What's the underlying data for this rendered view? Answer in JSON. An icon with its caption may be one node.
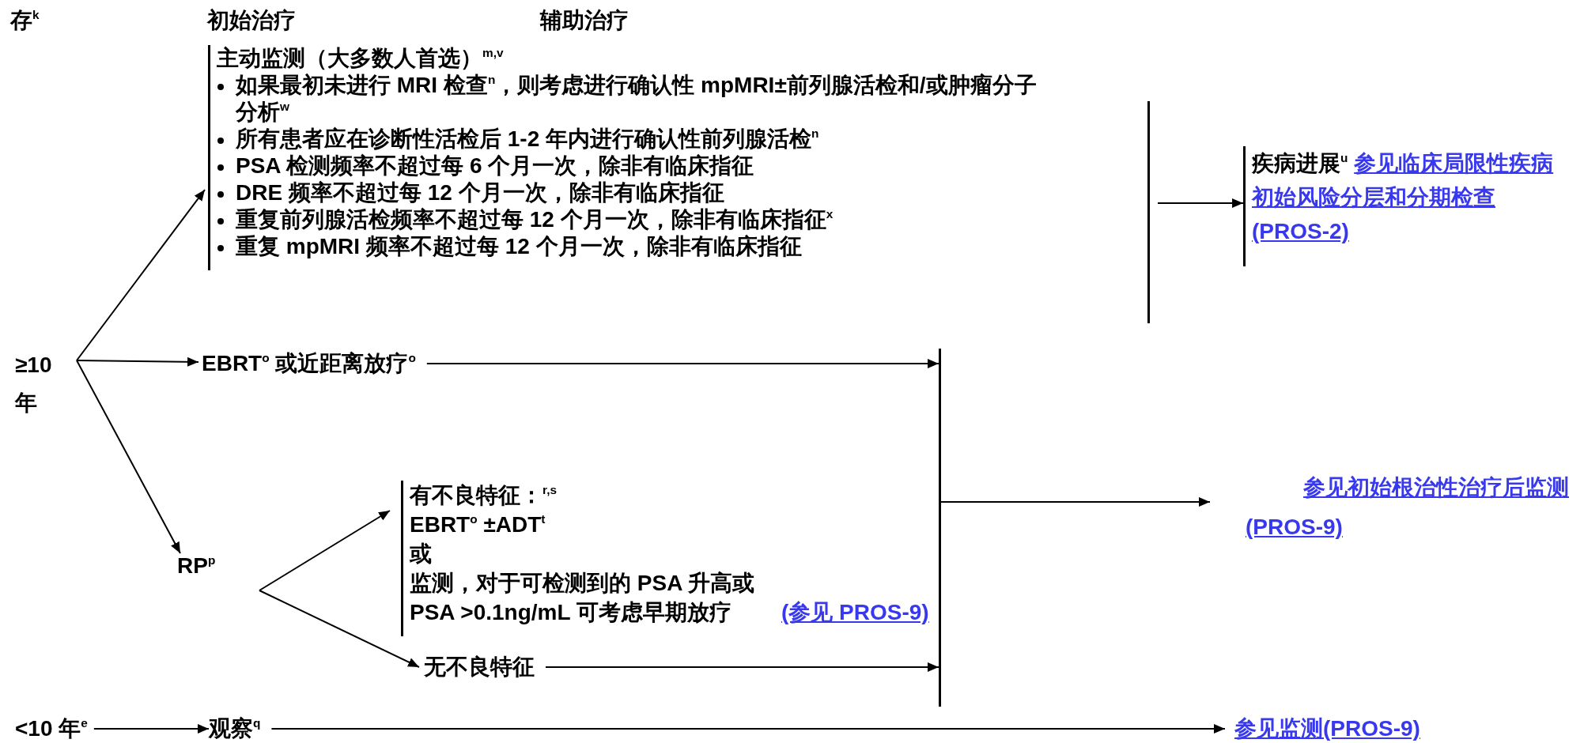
{
  "diagram": {
    "nodes": [
      {
        "text": [
          "≥10 年"
        ]
      },
      {
        "text": [
          "主动监测（大多数人首选）$^{m,v}$",
          "如果最初未进行 MRI 检查$^{n}$，则考虑进行确认性 mpMRI±前列腺活检和/或肿瘤分子分析$^{w}$",
          "所有患者应在诊断性活检后 1-2 年内进行确认性前列腺活检$^{n}$",
          "PSA 检测频率不超过每 6 个月一次，除非有临床指征",
          "DRE 频率不超过每 12 个月一次，除非有临床指征",
          "重复前列腺活检频率不超过每 12 个月一次，除非有临床指征$^{x}$",
          "重复 mpMRI 频率不超过每 12 个月一次，除非有临床指征"
        ]
      },
      {
        "text": [],
        "shape": "bar"
      },
      {
        "text": [
          "疾病进展$^{u}$",
          "参见临床局限性疾病初始风险分层和分期检查(PROS-2)"
        ]
      },
      {
        "text": [
          "EBRT$^{o}$ 或近距离放疗$^{o}$"
        ]
      },
      {
        "text": [],
        "shape": "bar"
      },
      {
        "text": [
          "参见初始根治性治疗后监测(PROS-9)"
        ]
      },
      {
        "text": [
          "RP$^{p}$"
        ]
      },
      {
        "text": [
          "有不良特征：$^{r,s}$",
          "EBRT$^{o}$ ±ADT$^{t}$",
          "或",
          "监测，对于可检测到的 PSA 升高或 PSA >0.1ng/mL 可考虑早期放疗",
          "(参见 PROS-9)"
        ]
      },
      {
        "text": [
          "无不良特征"
        ]
      },
      {
        "text": [
          "<10 年$^{e}$"
        ]
      },
      {
        "text": [
          "观察$^{q}$"
        ]
      },
      {
        "text": [
          "参见监测(PROS-9)"
        ]
      }
    ],
    "edges": [
      {
        "from": 0,
        "to": 1,
        "arrow": "to"
      },
      {
        "from": 0,
        "to": 4,
        "arrow": "to"
      },
      {
        "from": 0,
        "to": 7,
        "arrow": "to"
      },
      {
        "from": 2,
        "to": 3,
        "arrow": "to"
      },
      {
        "from": 4,
        "to": 5,
        "arrow": "to"
      },
      {
        "from": 5,
        "to": 6,
        "arrow": "to"
      },
      {
        "from": 7,
        "to": 8,
        "arrow": "to"
      },
      {
        "from": 7,
        "to": 9,
        "arrow": "to"
      },
      {
        "from": 9,
        "to": 5,
        "arrow": "to"
      },
      {
        "from": 10,
        "to": 11,
        "arrow": "to"
      },
      {
        "from": 11,
        "to": 12,
        "arrow": "to"
      }
    ],
    "labels": [
      "存$^{k}$",
      "初始治疗",
      "辅助治疗"
    ]
  }
}
